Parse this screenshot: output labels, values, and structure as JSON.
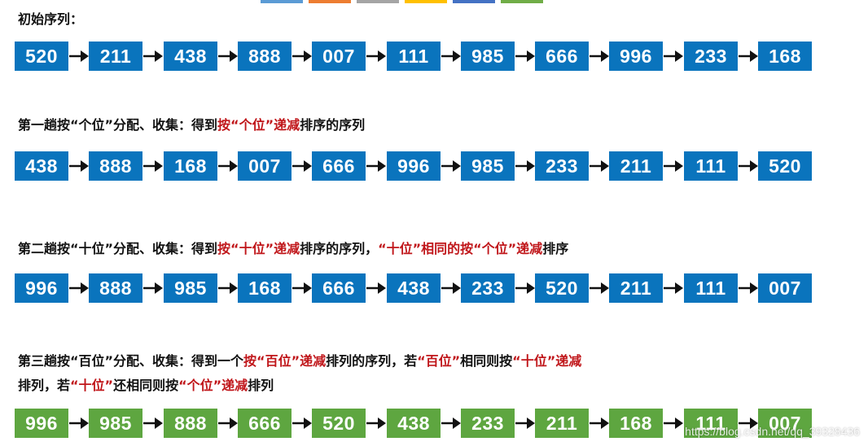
{
  "colors": {
    "blue": "#0a74bd",
    "green": "#5ea640",
    "red": "#c0161a",
    "arrow": "#111111"
  },
  "top_swatches": [
    "#5b9bd5",
    "#ed7d31",
    "#a5a5a5",
    "#ffc000",
    "#4472c4",
    "#70ad47"
  ],
  "sections": [
    {
      "lines": [
        [
          {
            "t": "初始序列：",
            "hl": false
          }
        ]
      ],
      "color": "blue",
      "values": [
        "520",
        "211",
        "438",
        "888",
        "007",
        "111",
        "985",
        "666",
        "996",
        "233",
        "168"
      ]
    },
    {
      "lines": [
        [
          {
            "t": "第一趟按“个位”分配、收集：得到",
            "hl": false
          },
          {
            "t": "按“个位”递减",
            "hl": true
          },
          {
            "t": "排序的序列",
            "hl": false
          }
        ]
      ],
      "color": "blue",
      "values": [
        "438",
        "888",
        "168",
        "007",
        "666",
        "996",
        "985",
        "233",
        "211",
        "111",
        "520"
      ]
    },
    {
      "lines": [
        [
          {
            "t": "第二趟按“十位”分配、收集：得到",
            "hl": false
          },
          {
            "t": "按“十位”递减",
            "hl": true
          },
          {
            "t": "排序的序列，",
            "hl": false
          },
          {
            "t": "“十位”相同的按“个位”递减",
            "hl": true
          },
          {
            "t": "排序",
            "hl": false
          }
        ]
      ],
      "color": "blue",
      "values": [
        "996",
        "888",
        "985",
        "168",
        "666",
        "438",
        "233",
        "520",
        "211",
        "111",
        "007"
      ]
    },
    {
      "lines": [
        [
          {
            "t": "第三趟按“百位”分配、收集：得到一个",
            "hl": false
          },
          {
            "t": "按“百位”递减",
            "hl": true
          },
          {
            "t": "排列的序列，若",
            "hl": false
          },
          {
            "t": "“百位”",
            "hl": true
          },
          {
            "t": "相同则按",
            "hl": false
          },
          {
            "t": "“十位”递减",
            "hl": true
          }
        ],
        [
          {
            "t": "排列，若",
            "hl": false
          },
          {
            "t": "“十位”",
            "hl": true
          },
          {
            "t": "还相同则按",
            "hl": false
          },
          {
            "t": "“个位”递减",
            "hl": true
          },
          {
            "t": "排列",
            "hl": false
          }
        ]
      ],
      "color": "green",
      "values": [
        "996",
        "985",
        "888",
        "666",
        "520",
        "438",
        "233",
        "211",
        "168",
        "111",
        "007"
      ]
    }
  ],
  "watermark": "https://blog.csdn.net/qq_39328436"
}
